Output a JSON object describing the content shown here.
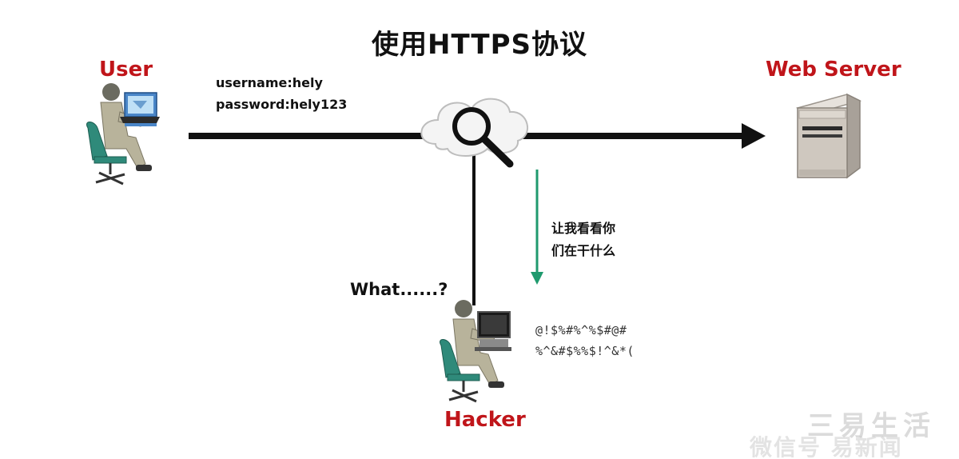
{
  "title": "使用HTTPS协议",
  "user": {
    "label": "User",
    "credentials": [
      "username:hely",
      "password:hely123"
    ]
  },
  "server": {
    "label": "Web Server"
  },
  "hacker": {
    "label": "Hacker",
    "question": "What......?",
    "intercepted": [
      "@!$%#%^%$#@#",
      "%^&#$%%$!^&*("
    ]
  },
  "eavesdrop_note": [
    "让我看看你",
    "们在干什么"
  ],
  "watermark": {
    "main": "三易生活",
    "sub": "微信号 易新闻"
  },
  "colors": {
    "label_red": "#c0151a",
    "arrow_green": "#1f9a6e",
    "line_black": "#111111"
  }
}
